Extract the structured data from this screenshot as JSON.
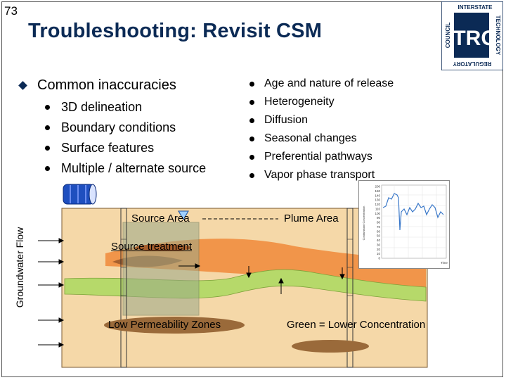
{
  "slide": {
    "number": "73",
    "title": "Troubleshooting: Revisit CSM"
  },
  "logo": {
    "main": "ITRC",
    "top": "INTERSTATE",
    "right": "TECHNOLOGY",
    "left": "COUNCIL",
    "bottom": "REGULATORY"
  },
  "left_list": {
    "heading": "Common inaccuracies",
    "items": [
      "3D delineation",
      "Boundary conditions",
      "Surface features",
      "Multiple / alternate source"
    ]
  },
  "right_list": {
    "items": [
      "Age and nature of release",
      "Heterogeneity",
      "Diffusion",
      "Seasonal changes",
      "Preferential pathways",
      "Vapor phase transport"
    ]
  },
  "diagram": {
    "groundwater_flow": "Groundwater Flow",
    "source_area": "Source Area",
    "plume_area": "Plume Area",
    "source_treatment": "Source treatment",
    "low_permeability": "Low Permeability Zones",
    "green_note": "Green = Lower Concentration",
    "colors": {
      "soil": "#f5d8a8",
      "plume_orange": "#f08a3a",
      "green_band": "#b6d96a",
      "clay": "#9a6a3a",
      "treatment_box": "#b8c4a0",
      "drum": "#1f4fbf"
    }
  },
  "inset_chart": {
    "y_axis_label": "Contaminant Concentration",
    "x_axis_label": "Time",
    "y_ticks": [
      "200",
      "150",
      "140",
      "130",
      "120",
      "110",
      "100",
      "90",
      "80",
      "70",
      "60",
      "50",
      "40",
      "30",
      "20",
      "10",
      "0"
    ]
  }
}
